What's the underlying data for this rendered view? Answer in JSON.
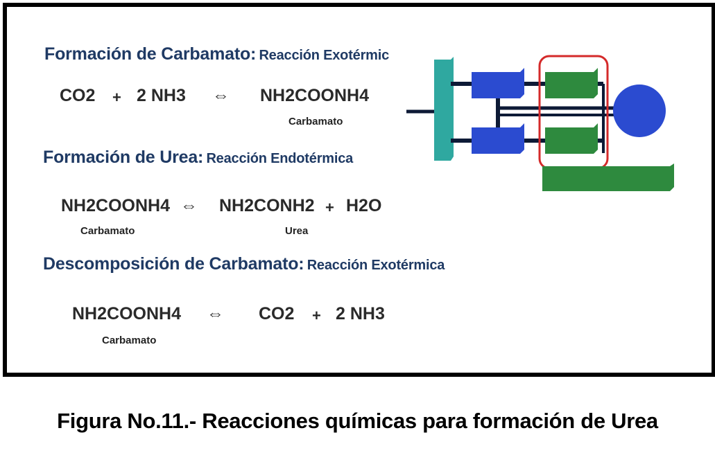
{
  "sections": [
    {
      "heading": "Formación de Carbamato:",
      "reaction_type": "Reacción Exotérmic",
      "equation": {
        "reactant1": "CO2",
        "plus1": "+",
        "reactant2": "2 NH3",
        "arrow": "⇔",
        "product1": "NH2COONH4"
      },
      "labels": {
        "product1": "Carbamato"
      }
    },
    {
      "heading": "Formación de Urea:",
      "reaction_type": "Reacción Endotérmica",
      "equation": {
        "reactant1": "NH2COONH4",
        "arrow": "⇔",
        "product1": "NH2CONH2",
        "plus1": "+",
        "product2": "H2O"
      },
      "labels": {
        "reactant1": "Carbamato",
        "product1": "Urea"
      }
    },
    {
      "heading": "Descomposición de Carbamato:",
      "reaction_type": "Reacción Exotérmica",
      "equation": {
        "reactant1": "NH2COONH4",
        "arrow": "⇔",
        "product1": "CO2",
        "plus1": "+",
        "product2": "2 NH3"
      },
      "labels": {
        "reactant1": "Carbamato"
      }
    }
  ],
  "caption": "Figura No.11.- Reacciones químicas para formación de Urea",
  "colors": {
    "heading": "#1f3a64",
    "blue_block": "#2b4bd0",
    "green_block": "#2e8a3e",
    "teal_column": "#2fa8a0",
    "highlight": "#d42a2a",
    "line": "#0d1a36"
  }
}
